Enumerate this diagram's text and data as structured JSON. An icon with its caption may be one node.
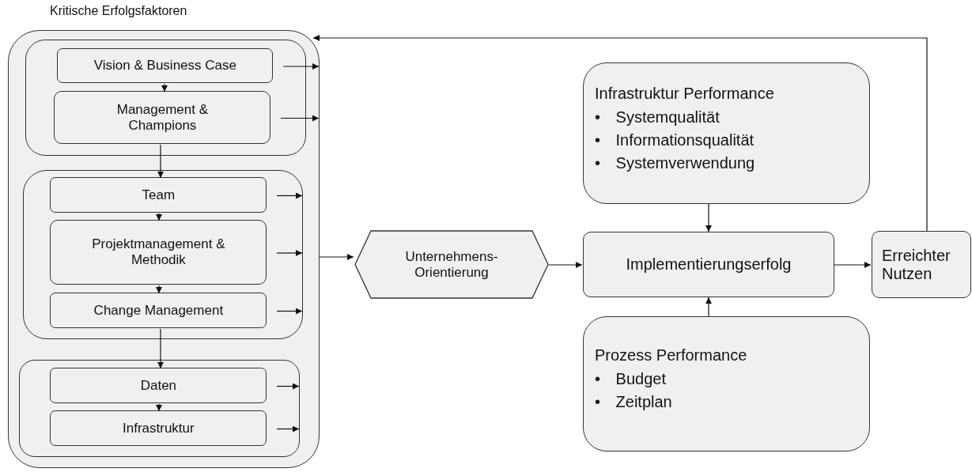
{
  "diagram": {
    "nodes": [
      {
        "text": [
          "Kritische Erfolgsfaktoren"
        ]
      },
      {
        "text": [],
        "shape": "box",
        "in": 0
      },
      {
        "text": [
          "Vision & Business Case"
        ],
        "in": 1
      },
      {
        "text": [
          "Management & Champions"
        ],
        "in": 1
      },
      {
        "text": [],
        "shape": "box",
        "in": 0
      },
      {
        "text": [
          "Team"
        ],
        "in": 4
      },
      {
        "text": [
          "Projektmanagement & Methodik"
        ],
        "in": 4
      },
      {
        "text": [
          "Change Management"
        ],
        "in": 4
      },
      {
        "text": [],
        "shape": "box",
        "in": 0
      },
      {
        "text": [
          "Daten"
        ],
        "in": 8
      },
      {
        "text": [
          "Infrastruktur"
        ],
        "in": 8
      },
      {
        "text": [
          "Unternehmens- Orientierung"
        ]
      },
      {
        "text": [
          "Infrastruktur Performance",
          "• Systemqualität",
          "• Informationsqualität",
          "• Systemverwendung"
        ]
      },
      {
        "text": [
          "Implementierungserfolg"
        ]
      },
      {
        "text": [
          "Prozess Performance",
          "• Budget",
          "• Zeitplan"
        ]
      },
      {
        "text": [
          "Erreichter Nutzen"
        ]
      }
    ],
    "edges": [
      {
        "from": 2,
        "to": 3,
        "arrow": "to"
      },
      {
        "from": 3,
        "to": 5,
        "arrow": "to"
      },
      {
        "from": 5,
        "to": 6,
        "arrow": "to"
      },
      {
        "from": 6,
        "to": 7,
        "arrow": "to"
      },
      {
        "from": 7,
        "to": 9,
        "arrow": "to"
      },
      {
        "from": 9,
        "to": 10,
        "arrow": "to"
      },
      {
        "from": 2,
        "to": 0,
        "arrow": "to"
      },
      {
        "from": 3,
        "to": 0,
        "arrow": "to"
      },
      {
        "from": 5,
        "to": 4,
        "arrow": "to"
      },
      {
        "from": 6,
        "to": 4,
        "arrow": "to"
      },
      {
        "from": 7,
        "to": 4,
        "arrow": "to"
      },
      {
        "from": 9,
        "to": 8,
        "arrow": "to"
      },
      {
        "from": 10,
        "to": 8,
        "arrow": "to"
      },
      {
        "from": 0,
        "to": 11,
        "arrow": "to"
      },
      {
        "from": 11,
        "to": 13,
        "arrow": "to"
      },
      {
        "from": 12,
        "to": 13,
        "arrow": "to"
      },
      {
        "from": 14,
        "to": 13,
        "arrow": "to"
      },
      {
        "from": 13,
        "to": 15,
        "arrow": "to"
      },
      {
        "from": 15,
        "to": 0,
        "arrow": "to"
      }
    ]
  }
}
